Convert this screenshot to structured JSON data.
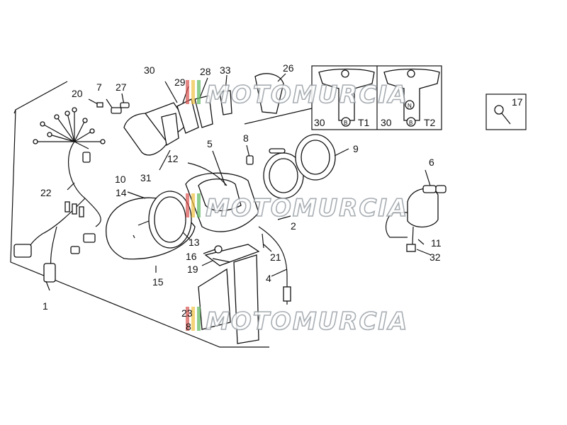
{
  "labels": {
    "p1": "1",
    "p2": "2",
    "p4": "4",
    "p5": "5",
    "p6": "6",
    "p7": "7",
    "p8": "8",
    "p9": "9",
    "p10": "10",
    "p11": "11",
    "p12": "12",
    "p13": "13",
    "p14": "14",
    "p15": "15",
    "p16": "16",
    "p17": "17",
    "p19": "19",
    "p20": "20",
    "p21": "21",
    "p22": "22",
    "p23": "23",
    "p26": "26",
    "p27": "27",
    "p28": "28",
    "p29": "29",
    "p30": "30",
    "p31": "31",
    "p32": "32",
    "p33": "33",
    "p18": "8"
  },
  "inset": {
    "t1_label": "T1",
    "t2_label": "T2",
    "t1_num": "30",
    "t2_num": "30",
    "t1_symbol": "B",
    "t2_symbol": "B",
    "t2_neutral": "N"
  },
  "watermark": {
    "text": "MOTOMURCIA"
  },
  "colors": {
    "line": "#111111",
    "watermark_stroke": "#9aa0a6",
    "flag_red": "#d9534f",
    "flag_yellow": "#f0c040",
    "flag_green": "#5cb85c"
  }
}
